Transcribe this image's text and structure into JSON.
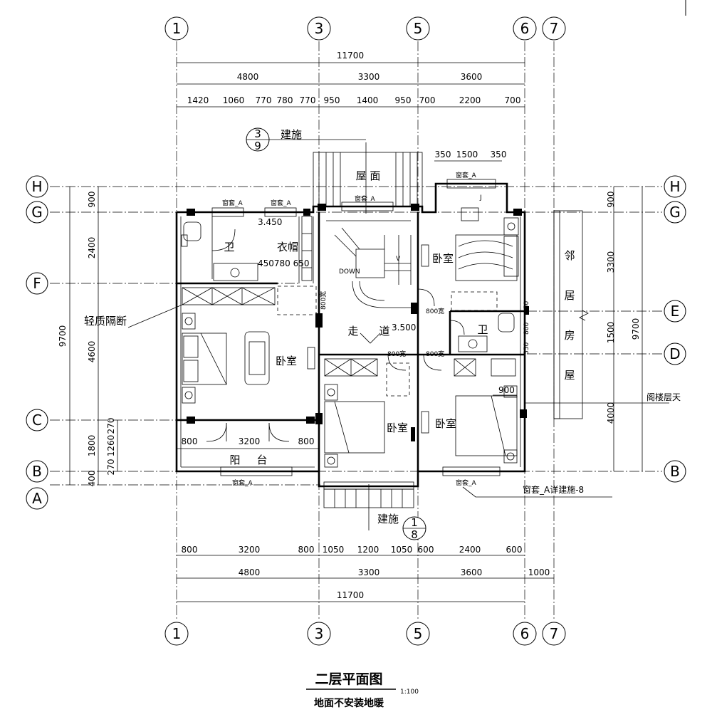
{
  "axes": {
    "top": [
      "1",
      "3",
      "5",
      "6",
      "7"
    ],
    "bottom": [
      "1",
      "3",
      "5",
      "6",
      "7"
    ],
    "left": [
      "H",
      "G",
      "F",
      "C",
      "B",
      "A"
    ],
    "right": [
      "H",
      "G",
      "E",
      "D",
      "B"
    ]
  },
  "dims_top": {
    "total": "11700",
    "major": [
      "4800",
      "3300",
      "3600"
    ],
    "minor": [
      "1420",
      "1060",
      "770",
      "780",
      "770",
      "950",
      "1400",
      "950",
      "700",
      "2200",
      "700"
    ],
    "bay": [
      "350",
      "1500",
      "350"
    ]
  },
  "dims_bottom": {
    "minor": [
      "800",
      "3200",
      "800",
      "1050",
      "1200",
      "1050",
      "600",
      "2400",
      "600"
    ],
    "major": [
      "4800",
      "3300",
      "3600",
      "1000"
    ],
    "total": "11700"
  },
  "dims_left": {
    "total": "9700",
    "segments": [
      "900",
      "2400",
      "4600",
      "1800",
      "400"
    ],
    "balcony": [
      "270",
      "1260",
      "270"
    ]
  },
  "dims_right": {
    "total": "9700",
    "segments": [
      "900",
      "3300",
      "1500",
      "4000"
    ]
  },
  "rooms": {
    "bath_left": "卫",
    "wardrobe": "衣帽",
    "bedroom_left": "卧室",
    "corridor_a": "走",
    "corridor_b": "道",
    "bedroom_mid": "卧室",
    "bedroom_ne": "卧室",
    "bath_right": "卫",
    "bedroom_se": "卧室",
    "balcony_a": "阳",
    "balcony_b": "台",
    "roof": "屋  面",
    "neighbor": [
      "邻",
      "居",
      "房",
      "屋"
    ]
  },
  "annotations": {
    "partition": "轻质隔断",
    "level_345": "3.450",
    "level_35": "3.500",
    "wardrobe_dims": "450780 650",
    "down": "DOWN",
    "win": "窗套_A",
    "win_detail": "窗套_A详建施-8",
    "attic": "阁楼层天",
    "ref_top_label": "建施",
    "ref_top_num": "3",
    "ref_top_den": "9",
    "ref_bot_label": "建施",
    "ref_bot_num": "1",
    "ref_bot_den": "8",
    "door800": "800宽",
    "bath_dims": [
      "150",
      "800",
      "550"
    ],
    "dim900": "900"
  },
  "title": {
    "main": "二层平面图",
    "scale": "1:100",
    "note": "地面不安装地暖"
  }
}
